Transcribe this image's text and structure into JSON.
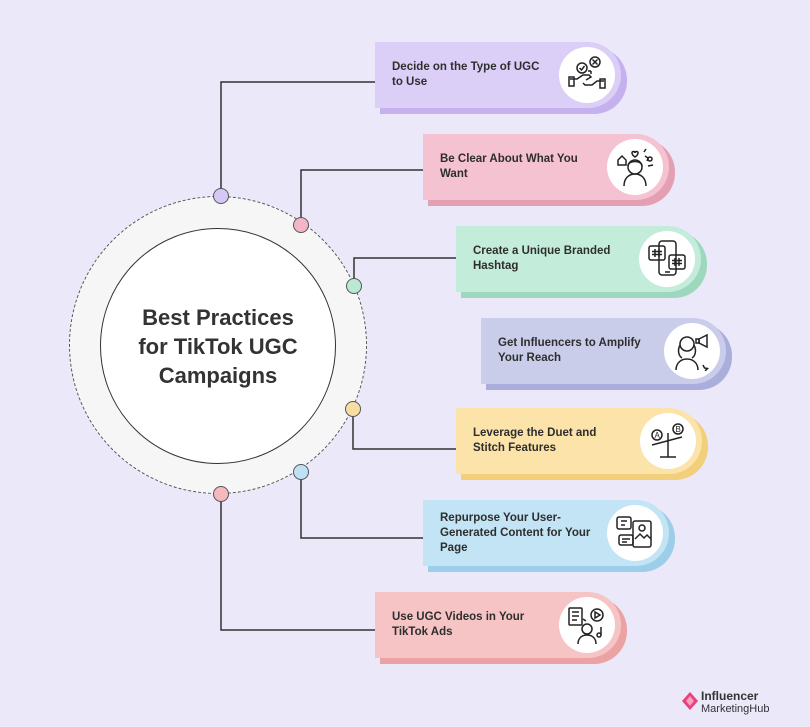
{
  "title": "Best Practices\nfor TikTok UGC\nCampaigns",
  "items": [
    {
      "label": "Decide on the Type of UGC to Use",
      "color": "#dccff7",
      "shadow": "#c4b1ee",
      "dot": "#d6c8f4",
      "icon": "handshake-choice-icon"
    },
    {
      "label": "Be Clear About What You Want",
      "color": "#f4c2d0",
      "shadow": "#e59fb3",
      "dot": "#f2b6c6",
      "icon": "person-thinking-icon"
    },
    {
      "label": "Create a Unique Branded Hashtag",
      "color": "#c4ecdb",
      "shadow": "#9cd8bd",
      "dot": "#b9e8d3",
      "icon": "hashtag-phone-icon"
    },
    {
      "label": "Get Influencers to Amplify Your Reach",
      "color": "#c9cdea",
      "shadow": "#a9aedb",
      "dot": "#c3c7e8",
      "icon": "influencer-megaphone-icon"
    },
    {
      "label": "Leverage the Duet and Stitch Features",
      "color": "#fbe3a9",
      "shadow": "#f2cf7a",
      "dot": "#f8dda1",
      "icon": "balance-scale-icon"
    },
    {
      "label": "Repurpose Your User-Generated Content for Your Page",
      "color": "#c3e4f5",
      "shadow": "#9ccde9",
      "dot": "#bfe1f4",
      "icon": "content-panels-icon"
    },
    {
      "label": "Use UGC Videos in Your TikTok Ads",
      "color": "#f6c4c4",
      "shadow": "#eba2a2",
      "dot": "#f4b9bd",
      "icon": "video-creator-icon"
    }
  ],
  "logo": {
    "line1": "Influencer",
    "line2": "MarketingHub",
    "color": "#e8417b"
  }
}
